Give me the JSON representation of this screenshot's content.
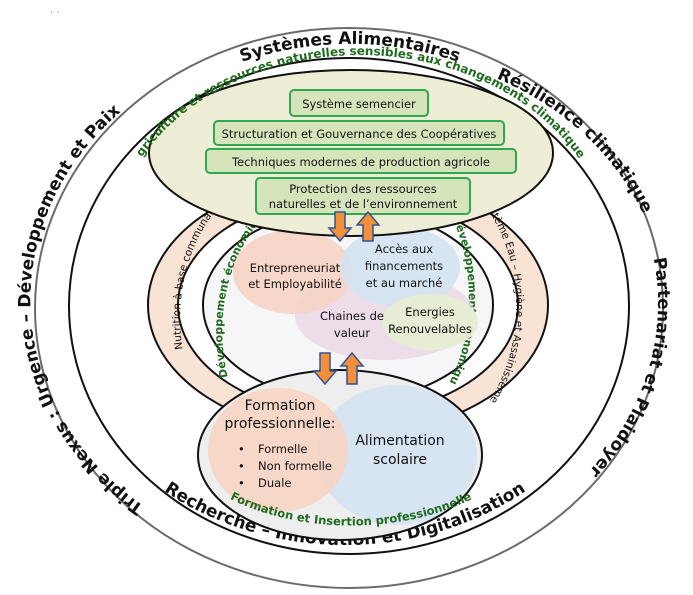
{
  "outer_ring": {
    "top": "Systèmes Alimentaires",
    "top_right": "Résilience climatique",
    "right": "Partenariat et Plaidoyer",
    "bottom": "Recherche – Innovation et Digitalisation",
    "left": "Triple Nexus : Urgence – Développement et Paix"
  },
  "agriculture": {
    "arc_label": "Agriculture et ressources naturelles sensibles aux changements climatiques",
    "boxes": [
      {
        "label": "Système semencier"
      },
      {
        "label": "Structuration et Gouvernance des Coopératives"
      },
      {
        "label": "Techniques modernes de production agricole"
      },
      {
        "label_line1": "Protection des ressources",
        "label_line2": "naturelles et de l’environnement"
      }
    ]
  },
  "middle": {
    "left_band": "Nutrition à base communautaire",
    "right_band": "Système Eau – Hygiène et Assainissement",
    "left_green": "Développement économique",
    "right_green": "Développement économique",
    "blobs": {
      "entrepreneuriat": [
        "Entrepreneuriat",
        "et Employabilité"
      ],
      "acces": [
        "Accès aux",
        "financements",
        "et au marché"
      ],
      "chaines": [
        "Chaines de",
        "valeur"
      ],
      "energies": [
        "Energies",
        "Renouvelables"
      ]
    }
  },
  "formation": {
    "arc_label": "Formation et Insertion professionnelle",
    "title_line1": "Formation",
    "title_line2": "professionnelle:",
    "items": [
      "Formelle",
      "Non formelle",
      "Duale"
    ],
    "alimentation": [
      "Alimentation",
      "scolaire"
    ]
  },
  "colors": {
    "green_text": "#1e6b1e",
    "box_fill": "#d6e4bc",
    "box_stroke": "#2fa84f",
    "top_ellipse_fill": "#eeeed6",
    "band_fill": "#f8e3d4",
    "peach": "#f6d4c3",
    "blue": "#d4e3f2",
    "lilac": "#e8d4e3",
    "light_green": "#e6edd3",
    "arrow_fill": "#f4903a",
    "arrow_stroke": "#2f5597"
  }
}
